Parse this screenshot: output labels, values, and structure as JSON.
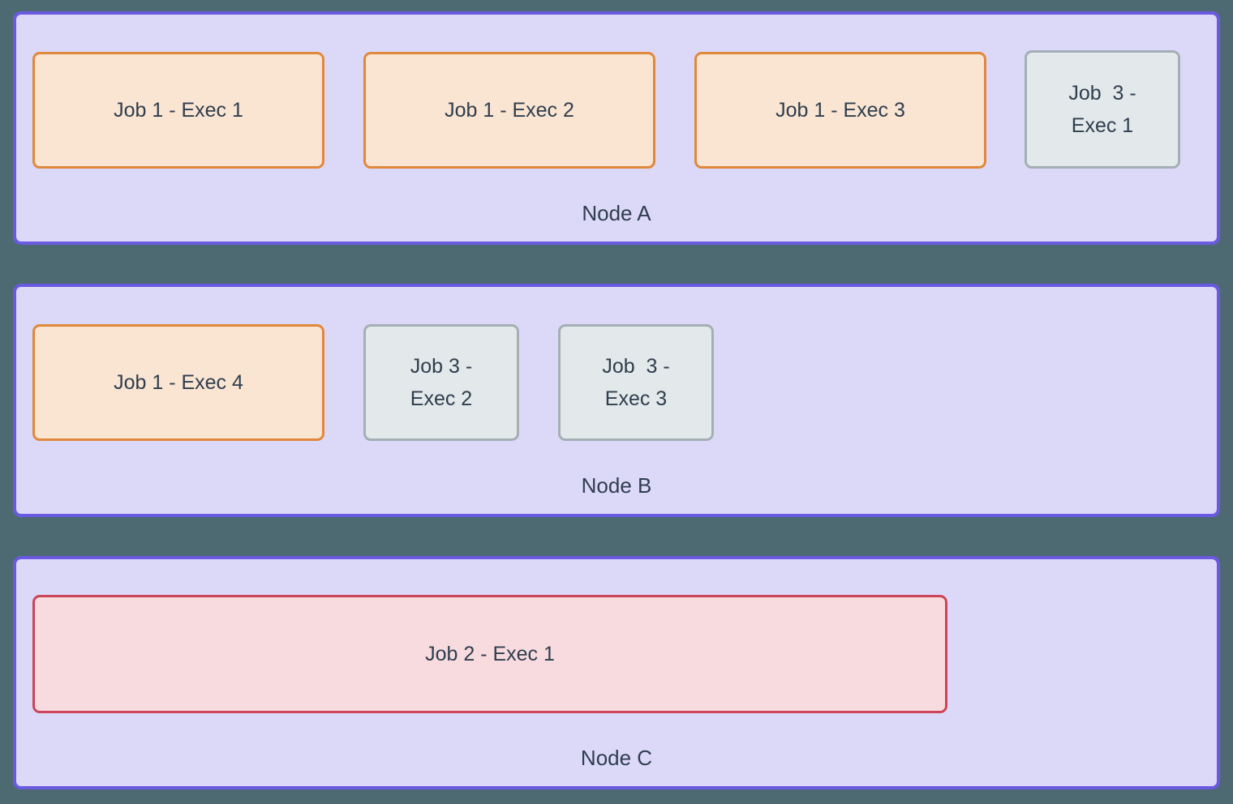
{
  "colors": {
    "page_background": "#4d6a73",
    "node_fill": "#dcd9f8",
    "node_border": "#6a5ae2",
    "job1_fill": "#fae4d2",
    "job1_border": "#e0883b",
    "job2_fill": "#f8dbdf",
    "job2_border": "#cc4458",
    "job3_fill": "#e3e8ea",
    "job3_border": "#a4afb5",
    "text": "#2e3e4e"
  },
  "nodes": [
    {
      "label": "Node A",
      "jobs": [
        {
          "label": "Job 1 - Exec 1",
          "style": "job1"
        },
        {
          "label": "Job 1 - Exec 2",
          "style": "job1"
        },
        {
          "label": "Job 1 - Exec 3",
          "style": "job1"
        },
        {
          "label": "Job  3 -\nExec 1",
          "style": "job3"
        }
      ]
    },
    {
      "label": "Node B",
      "jobs": [
        {
          "label": "Job 1 - Exec 4",
          "style": "job1"
        },
        {
          "label": "Job 3 -\nExec 2",
          "style": "job3"
        },
        {
          "label": "Job  3 -\nExec 3",
          "style": "job3"
        }
      ]
    },
    {
      "label": "Node C",
      "jobs": [
        {
          "label": "Job 2 - Exec 1",
          "style": "job2"
        }
      ]
    }
  ]
}
